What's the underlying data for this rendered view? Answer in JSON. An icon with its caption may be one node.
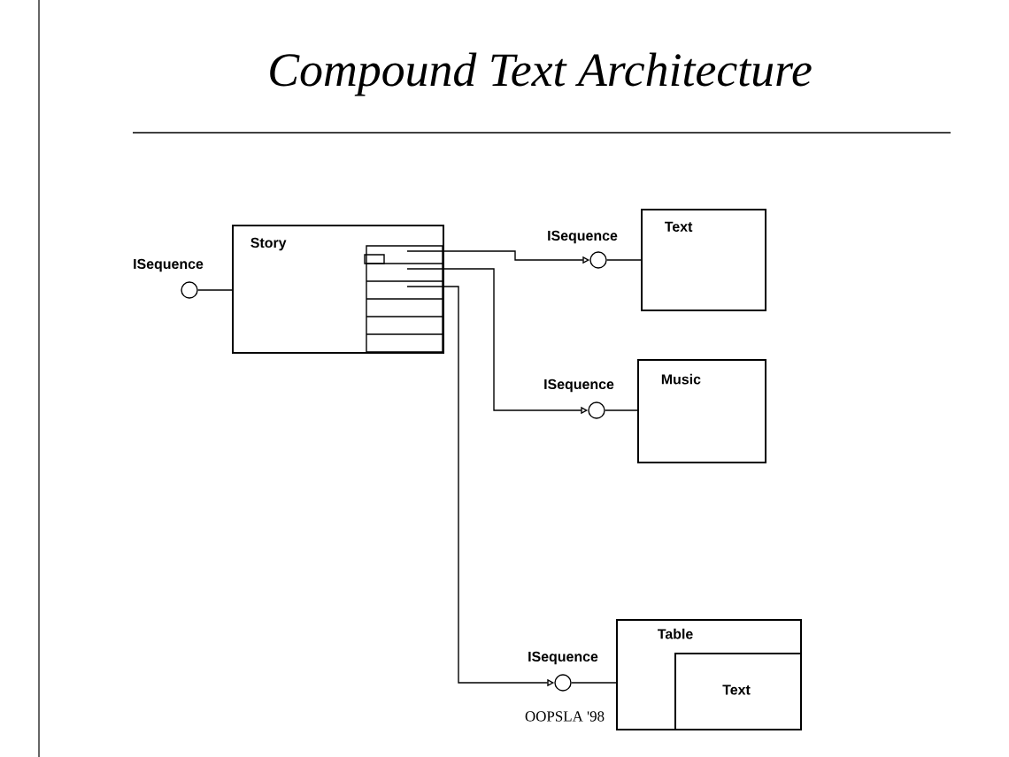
{
  "diagram": {
    "title": "Compound Text Architecture",
    "nodes": [
      {
        "text": [
          "Story"
        ]
      },
      {
        "text": [],
        "shape": "circle",
        "beside": [
          "ISequence"
        ]
      },
      {
        "text": [
          "Text"
        ]
      },
      {
        "text": [],
        "shape": "circle",
        "beside": [
          "ISequence"
        ]
      },
      {
        "text": [
          "Music"
        ]
      },
      {
        "text": [],
        "shape": "circle",
        "beside": [
          "ISequence"
        ]
      },
      {
        "text": [
          "Table"
        ]
      },
      {
        "text": [
          "Text"
        ],
        "in": 6
      },
      {
        "text": [],
        "shape": "circle",
        "beside": [
          "ISequence"
        ]
      }
    ],
    "edges": [
      {
        "from": 1,
        "to": 0,
        "arrow": "none"
      },
      {
        "from": 0,
        "to": 3,
        "arrow": "to"
      },
      {
        "from": 3,
        "to": 2,
        "arrow": "none"
      },
      {
        "from": 0,
        "to": 5,
        "arrow": "to"
      },
      {
        "from": 5,
        "to": 4,
        "arrow": "none"
      },
      {
        "from": 0,
        "to": 8,
        "arrow": "to"
      },
      {
        "from": 8,
        "to": 6,
        "arrow": "none"
      }
    ],
    "labels": [
      "OOPSLA '98"
    ]
  }
}
